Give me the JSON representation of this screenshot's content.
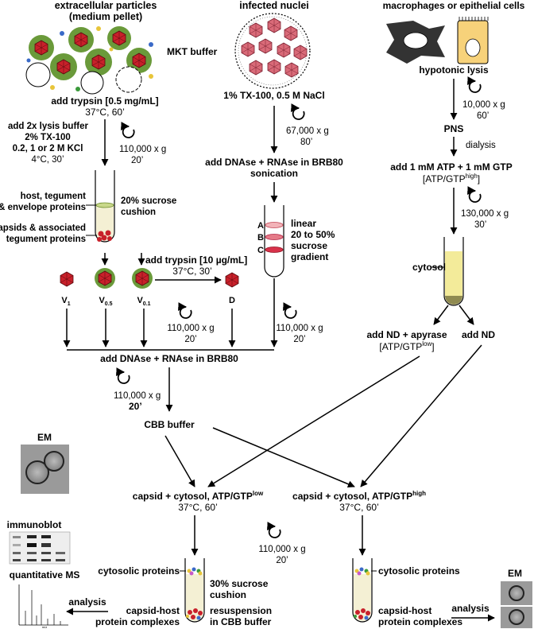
{
  "col1": {
    "heading1": "extracellular particles",
    "heading2": "(medium pellet)",
    "buffer": "MKT buffer",
    "trypsin": "add trypsin [0.5 mg/mL]",
    "trypsin_cond": "37°C, 60’",
    "lysis1": "add 2x lysis buffer",
    "lysis2": "2% TX-100",
    "lysis3": "0.2, 1 or 2 M KCl",
    "lysis4": "4°C, 30’",
    "spin": "110,000 x g",
    "spin_time": "20’",
    "host1": "host, tegument",
    "host2": "& envelope proteins",
    "cushion1": "20% sucrose",
    "cushion2": "cushion",
    "caps1": "capsids & associated",
    "caps2": "tegument proteins",
    "v1": "V",
    "v1_sub": "1",
    "v05": "V",
    "v05_sub": "0.5",
    "v01": "V",
    "v01_sub": "0.1",
    "trypsin2": "add trypsin [10 µg/mL]",
    "trypsin2_cond": "37°C, 30’",
    "d": "D",
    "spin2": "110,000 x g",
    "spin2_time": "20’"
  },
  "col2": {
    "heading": "infected nuclei",
    "lysis": "1% TX-100, 0.5 M NaCl",
    "spin": "67,000 x g",
    "spin_time": "80’",
    "dnase": "add DNAse + RNAse in BRB80",
    "sonication": "sonication",
    "a": "A",
    "b": "B",
    "c": "C",
    "grad1": "linear",
    "grad2": "20 to 50%",
    "grad3": "sucrose",
    "grad4": "gradient",
    "spin2": "110,000 x g",
    "spin2_time": "20’"
  },
  "col3": {
    "heading": "macrophages or epithelial cells",
    "lysis": "hypotonic lysis",
    "spin": "10,000 x g",
    "spin_time": "60’",
    "pns": "PNS",
    "dialysis": "dialysis",
    "atp": "add 1 mM ATP + 1 mM GTP",
    "atp_bracket": "[ATP/GTP",
    "atp_sup": "high",
    "atp_close": "]",
    "spin2": "130,000 x g",
    "spin2_time": "30’",
    "cytosol": "cytosol",
    "nd_apyrase": "add ND + apyrase",
    "nd_bracket": "[ATP/GTP",
    "nd_sup": "low",
    "nd_close": "]",
    "nd": "add ND"
  },
  "merge": {
    "dnase": "add DNAse + RNAse in BRB80",
    "spin": "110,000 x g",
    "spin_time": "20’",
    "cbb": "CBB buffer"
  },
  "assay": {
    "low": "capsid + cytosol, ATP/GTP",
    "low_sup": "low",
    "low_cond": "37°C, 60’",
    "high": "capsid + cytosol, ATP/GTP",
    "high_sup": "high",
    "high_cond": "37°C, 60’",
    "spin": "110,000 x g",
    "spin_time": "20’",
    "cyto_left": "cytosolic proteins",
    "cushion1": "30% sucrose",
    "cushion2": "cushion",
    "complex_left1": "capsid-host",
    "complex_left2": "protein complexes",
    "resusp1": "resuspension",
    "resusp2": "in CBB buffer",
    "cyto_right": "cytosolic proteins",
    "complex_right1": "capsid-host",
    "complex_right2": "protein complexes",
    "analysis_left": "analysis",
    "analysis_right": "analysis"
  },
  "readouts": {
    "em_left": "EM",
    "immunoblot": "immunoblot",
    "ms": "quantitative MS",
    "ms_axis": "m/z",
    "em_right": "EM"
  },
  "colors": {
    "capsid": "#c8202a",
    "envelope": "#6a9a3a",
    "cytosol": "#f3eb9a",
    "cytosol_pellet": "#8f8a50",
    "gradient_band": "#f2b3b8"
  }
}
